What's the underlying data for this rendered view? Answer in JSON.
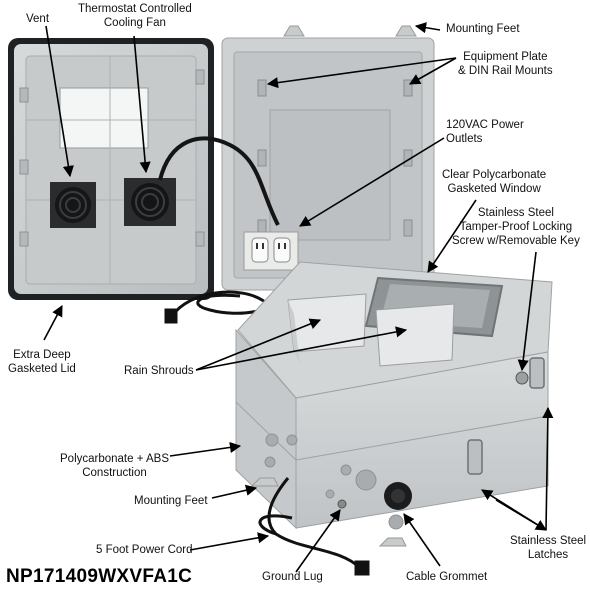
{
  "labels": {
    "vent": "Vent",
    "fan_line1": "Thermostat Controlled",
    "fan_line2": "Cooling Fan",
    "mounting_feet_top": "Mounting Feet",
    "equip_line1": "Equipment Plate",
    "equip_line2": "& DIN Rail Mounts",
    "outlets_line1": "120VAC Power",
    "outlets_line2": "Outlets",
    "window_line1": "Clear Polycarbonate",
    "window_line2": "Gasketed Window",
    "lock_line1": "Stainless Steel",
    "lock_line2": "Tamper-Proof Locking",
    "lock_line3": "Screw w/Removable Key",
    "lid_line1": "Extra Deep",
    "lid_line2": "Gasketed Lid",
    "rain_shrouds": "Rain Shrouds",
    "construction_line1": "Polycarbonate + ABS",
    "construction_line2": "Construction",
    "mounting_feet_bottom": "Mounting Feet",
    "power_cord": "5 Foot Power Cord",
    "latches_line1": "Stainless Steel",
    "latches_line2": "Latches",
    "ground_lug": "Ground Lug",
    "cable_grommet": "Cable Grommet"
  },
  "model_number": "NP171409WXVFA1C"
}
